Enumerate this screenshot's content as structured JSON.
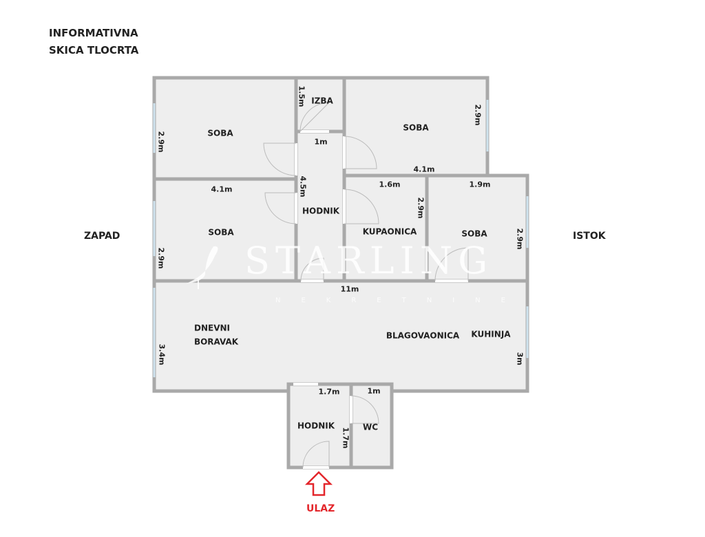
{
  "title": {
    "line1": "INFORMATIVNA",
    "line2": "SKICA TLOCRTA"
  },
  "directions": {
    "west": "ZAPAD",
    "east": "ISTOK"
  },
  "entrance": {
    "label": "ULAZ",
    "color": "#e3262b"
  },
  "watermark": {
    "brand": "STARLING",
    "sub": "NEKRETNINE"
  },
  "colors": {
    "wall": "#a9a9a9",
    "floor": "#eeeeee",
    "window": "#cfe3ee"
  },
  "rooms": [
    {
      "name": "SOBA"
    },
    {
      "name": "IZBA"
    },
    {
      "name": "SOBA"
    },
    {
      "name": "SOBA"
    },
    {
      "name": "HODNIK"
    },
    {
      "name": "KUPAONICA"
    },
    {
      "name": "SOBA"
    },
    {
      "name": "DNEVNI"
    },
    {
      "name": "BORAVAK"
    },
    {
      "name": "BLAGOVAONICA"
    },
    {
      "name": "KUHINJA"
    },
    {
      "name": "HODNIK"
    },
    {
      "name": "WC"
    }
  ],
  "dimensions": [
    "2.9m",
    "1.5m",
    "1m",
    "2.9m",
    "4.1m",
    "4.1m",
    "4.5m",
    "1.6m",
    "1.9m",
    "2.9m",
    "2.9m",
    "2.9m",
    "11m",
    "3.4m",
    "3m",
    "1.7m",
    "1m",
    "1.7m"
  ]
}
